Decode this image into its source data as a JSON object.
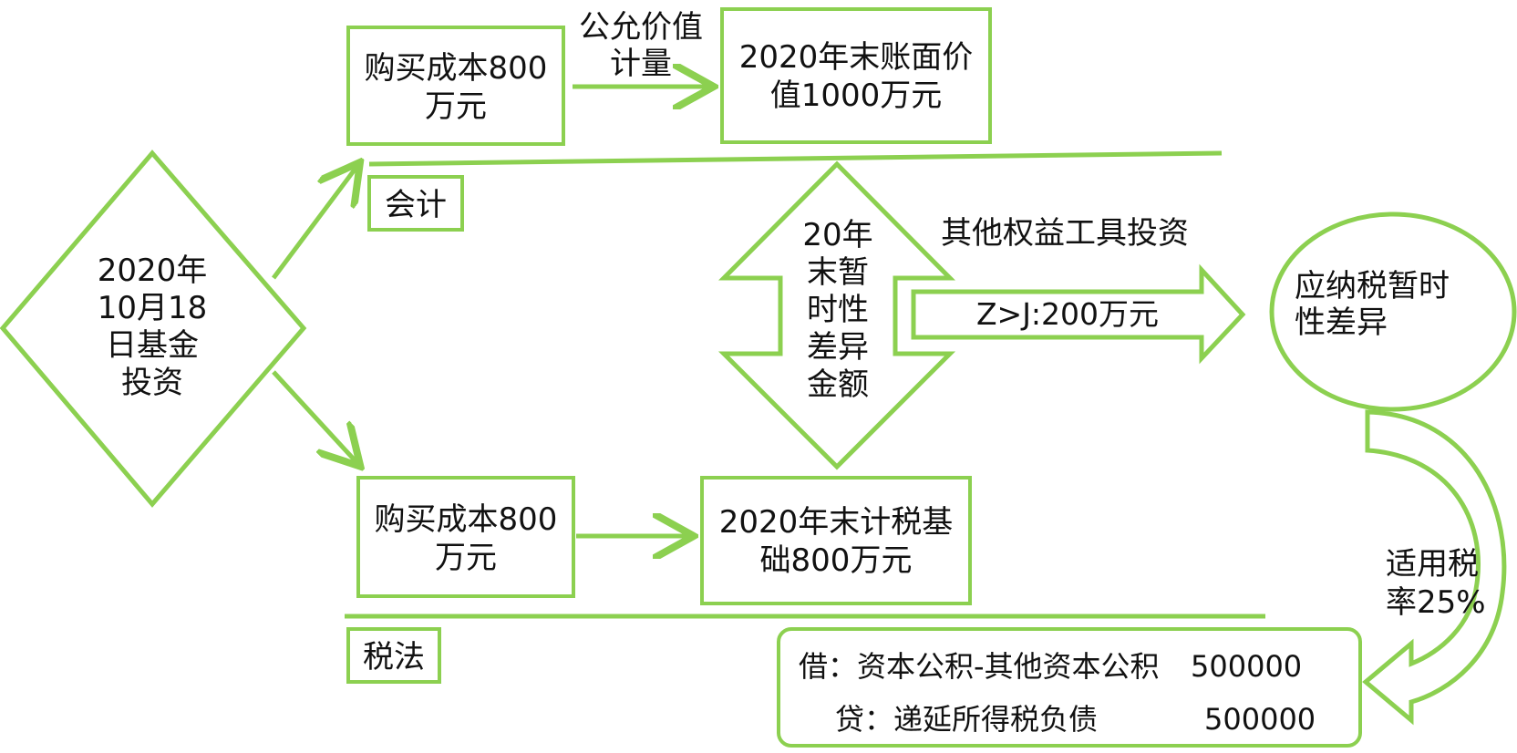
{
  "colors": {
    "stroke": "#8cd050",
    "text": "#111111",
    "background": "#ffffff"
  },
  "diamond": {
    "line1": "2020年",
    "line2": "10月18",
    "line3": "日基金",
    "line4": "投资"
  },
  "accounting": {
    "label": "会计",
    "cost_box": {
      "line1": "购买成本800",
      "line2": "万元"
    },
    "arrow_label": {
      "line1": "公允价值",
      "line2": "计量"
    },
    "value_box": {
      "line1": "2020年末账面价",
      "line2": "值1000万元"
    }
  },
  "tax": {
    "label": "税法",
    "cost_box": {
      "line1": "购买成本800",
      "line2": "万元"
    },
    "base_box": {
      "line1": "2020年末计税基",
      "line2": "础800万元"
    }
  },
  "difference_arrow": {
    "line1": "20年",
    "line2": "末暂",
    "line3": "时性",
    "line4": "差异",
    "line5": "金额"
  },
  "investment_type": "其他权益工具投资",
  "right_arrow_label": "Z>J:200万元",
  "ellipse": {
    "line1": "应纳税暂时",
    "line2": "性差异"
  },
  "rate_label": {
    "line1": "适用税",
    "line2": "率25%"
  },
  "entry": {
    "debit_label": "借：资本公积-其他资本公积",
    "debit_amount": "500000",
    "credit_label": "贷：递延所得税负债",
    "credit_amount": "500000"
  }
}
